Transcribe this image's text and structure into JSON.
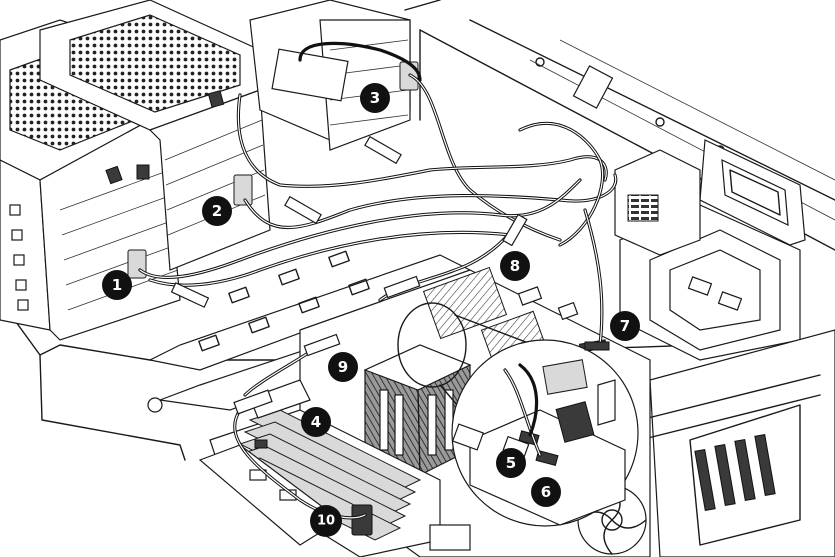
{
  "callouts": [
    {
      "id": "1",
      "label": "1"
    },
    {
      "id": "2",
      "label": "2"
    },
    {
      "id": "3",
      "label": "3"
    },
    {
      "id": "4",
      "label": "4"
    },
    {
      "id": "5",
      "label": "5"
    },
    {
      "id": "6",
      "label": "6"
    },
    {
      "id": "7",
      "label": "7"
    },
    {
      "id": "8",
      "label": "8"
    },
    {
      "id": "9",
      "label": "9"
    },
    {
      "id": "10",
      "label": "10"
    }
  ],
  "colors": {
    "line": "#1a1a1a",
    "callout_fill": "#111111",
    "callout_text": "#ffffff",
    "background": "#ffffff"
  }
}
